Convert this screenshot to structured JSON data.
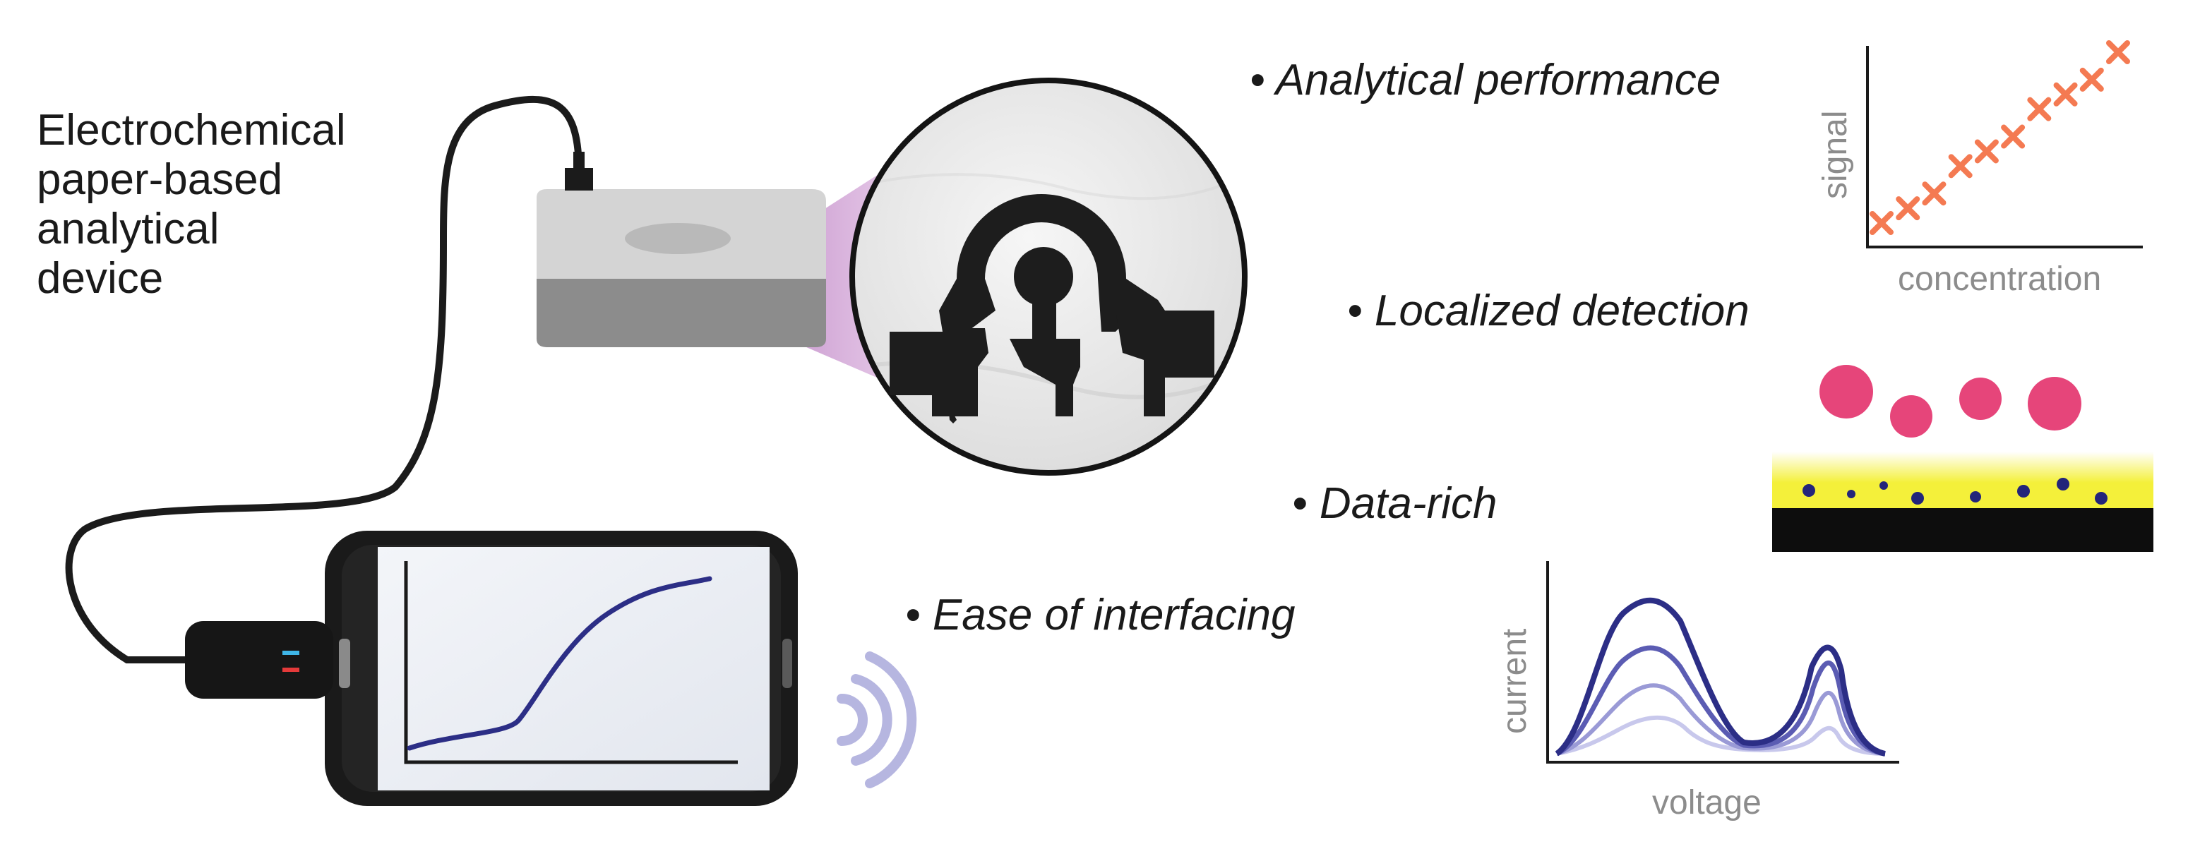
{
  "device_title": {
    "lines": [
      "Electrochemical",
      "paper-based",
      "analytical",
      "device"
    ]
  },
  "bullets": {
    "analytical_performance": "• Analytical performance",
    "localized_detection": "• Localized detection",
    "data_rich": "• Data-rich",
    "ease_of_interfacing": "• Ease of interfacing"
  },
  "calibration_plot": {
    "ylabel": "signal",
    "xlabel": "concentration"
  },
  "voltammogram": {
    "ylabel": "current",
    "xlabel": "voltage"
  },
  "colors": {
    "marker_orange": "#f47a52",
    "particle_pink": "#e6457a",
    "dot_navy": "#23257a",
    "curve_navy": "#2c2e86",
    "wave_lavender": "#b6b6e0",
    "lens_purple": "#b06ab8",
    "electrode_black": "#1d1d1d",
    "layer_yellow": "#f4f03a"
  },
  "icons": [
    "mini-potentiostat-icon",
    "usb-connector-icon",
    "magnifier-lens-icon",
    "paper-electrode-icon",
    "smartphone-icon",
    "wireless-signal-icon"
  ]
}
